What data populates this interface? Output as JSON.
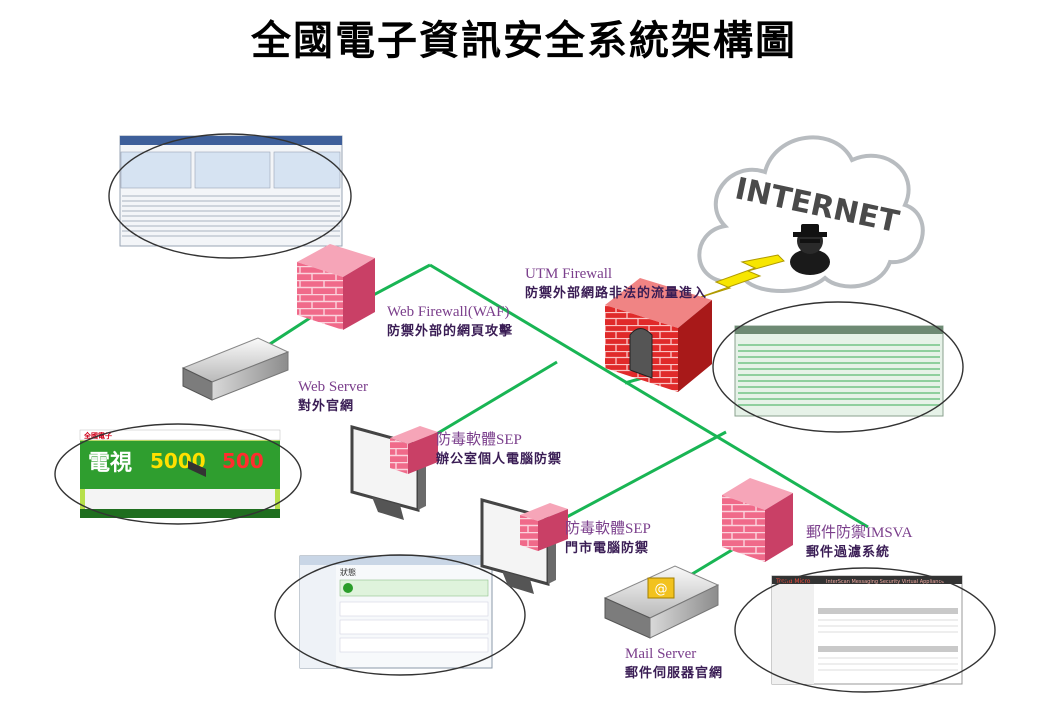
{
  "title": "全國電子資訊安全系統架構圖",
  "internet": {
    "label": "INTERNET"
  },
  "nodes": [
    {
      "id": "utm",
      "name": "UTM Firewall",
      "desc": "防禦外部網路非法的流量進入"
    },
    {
      "id": "waf",
      "name": "Web Firewall(WAF)",
      "desc": "防禦外部的網頁攻擊"
    },
    {
      "id": "web",
      "name": "Web Server",
      "desc": "對外官網"
    },
    {
      "id": "sep1",
      "name": "防毒軟體SEP",
      "desc": "辦公室個人電腦防禦"
    },
    {
      "id": "sep2",
      "name": "防毒軟體SEP",
      "desc": "門市電腦防禦"
    },
    {
      "id": "imsva",
      "name": "郵件防禦IMSVA",
      "desc": "郵件過濾系統"
    },
    {
      "id": "mail",
      "name": "Mail Server",
      "desc": "郵件伺服器官網"
    }
  ],
  "screens": {
    "web_banner": {
      "brand": "全國電子",
      "headline": "電視",
      "amount1": "5000",
      "amount2": "500"
    },
    "sep_window": {
      "heading": "狀態"
    },
    "imsva_window": {
      "brand": "Trend Micro",
      "product": "InterScan Messaging Security Virtual Appliance"
    }
  },
  "colors": {
    "link": "#19b554",
    "firewall": "#ee5a7e",
    "utm": "#e02a2a",
    "label": "#3a1d55"
  }
}
